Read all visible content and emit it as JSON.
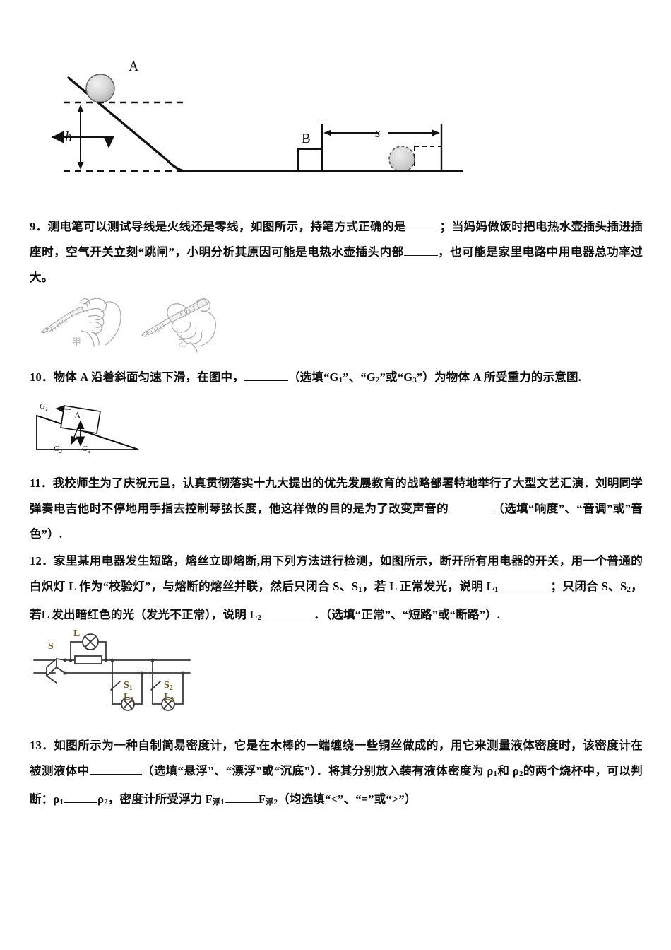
{
  "document": {
    "type": "physics-exam-paper",
    "language": "zh-CN"
  },
  "figure_ramp": {
    "name": "ramp-ball-block-figure",
    "labels": {
      "ball": "A",
      "block": "B",
      "height": "h",
      "distance": "s"
    }
  },
  "questions": [
    {
      "number": "9.",
      "lines": [
        "9. 测电笔可以测试导线是火线还是零线，如图所示，持笔方式正确的是",
        "；当妈妈做饭时把电热水壶插头插进插座时，空气开关立刻“跳闸”，小明分析其原因可能是电热水壶插头内部",
        "，也可能是家里电路中用电器总功率过大。"
      ],
      "full_text": "9. 测电笔可以测试导线是火线还是零线，如图所示，持笔方式正确的是_____；当妈妈做饭时把电热水壶插头插进插座时，空气开关立刻“跳闸”，小明分析其原因可能是电热水壶插头内部_____，也可能是家里电路中用电器总功率过大。"
    },
    {
      "number": "10.",
      "full_text": "10．物体 A 沿着斜面匀速下滑，在图中，_____（选填“G₁”、“G₂”或“G₃”）为物体 A 所受重力的示意图."
    },
    {
      "number": "11.",
      "full_text": "11．我校师生为了庆祝元旦，认真贯彻落实十九大提出的优先发展教育的战略部署特地举行了大型文艺汇演．刘明同学弹奏电吉他时不停地用手指去控制琴弦长度，他这样做的目的是为了改变声音的_____（选填“响度”、“音调”或”音色”）."
    },
    {
      "number": "12.",
      "full_text": "12．家里某用电器发生短路，熔丝立即熔断,用下列方法进行检测，如图所示，断开所有用电器的开关，用一个普通的白炽灯 L 作为“校验灯”，与熔断的熔丝并联，然后只闭合 S、S₁，若 L 正常发光，说明 L₁________；只闭合 S、S₂，若 L 发出暗红色的光（发光不正常），说明 L₂__________．（选填“正常”、“短路”或“断路”）."
    },
    {
      "number": "13.",
      "full_text": "13．如图所示为一种自制简易密度计，它是在木棒的一端缠绕一些铜丝做成的，用它来测量液体密度时，该密度计在被测液体中_______（选填“悬浮”、“漂浮”或“沉底”）．将其分别放入装有液体密度为 ρ₁ 和 ρ₂ 的两个烧杯中，可以判断：ρ₁_____ρ₂，密度计所受浮力 F浮1_____F浮2（均选填“<”、“=”或“>”）"
    }
  ],
  "q9": {
    "seg1": "9．测电笔可以测试导线是火线还是零线，如图所示，持笔方式正确的是",
    "seg2": "；当妈妈做饭时把电热水壶插头插进插",
    "seg3": "座时，空气开关立刻“跳闸”，小明分析其原因可能是电热水壶插头内部",
    "seg4": "，也可能是家里电路中用电器总功率",
    "seg5": "过大。"
  },
  "q10": {
    "seg1": "10．物体 A 沿着斜面匀速下滑，在图中，",
    "seg2": "（选填“G",
    "sub1": "1",
    "seg3": "”、“G",
    "sub2": "2",
    "seg4": "”或“G",
    "sub3": "3",
    "seg5": "”）为物体 A 所受重力的示意图."
  },
  "q11": {
    "seg1": "11．我校师生为了庆祝元旦，认真贯彻落实十九大提出的优先发展教育的战略部署特地举行了大型文艺汇演．刘明同",
    "seg2": "学弹奏电吉他时不停地用手指去控制琴弦长度，他这样做的目的是为了改变声音的",
    "seg3": "（选填“响度”、“音调”",
    "seg4": "或”音色”）."
  },
  "q12": {
    "seg1": "12．家里某用电器发生短路，熔丝立即熔断,用下列方法进行检测，如图所示，断开所有用电器的开关，用一个普通的",
    "seg2": "白炽灯 L 作为“校验灯”，与熔断的熔丝并联，然后只闭合 S、S",
    "sub1": "1",
    "seg3": "，若 L 正常发光，说明 L",
    "sub2": "1",
    "seg4": "；只闭合 S、S",
    "sub3": "2",
    "seg5": "，若",
    "seg6": "L 发出暗红色的光（发光不正常），说明 L",
    "sub4": "2",
    "seg7": "．（选填“正常”、“短路”或“断路”）."
  },
  "q13": {
    "seg1": "13．如图所示为一种自制简易密度计，它是在木棒的一端缠绕一些铜丝做成的，用它来测量液体密度时，该密度计在",
    "seg2": "被测液体中",
    "seg3": "（选填“悬浮”、“漂浮”或“沉底”）．将其分别放入装有液体密度为 ρ",
    "sub1": "1",
    "seg4": "和 ρ",
    "sub2": "2",
    "seg5": "的两个烧杯中，",
    "seg6": "可以判断：ρ",
    "sub3": "1",
    "seg7": "ρ",
    "sub4": "2",
    "seg8": "，密度计所受浮力 F",
    "sub5": "浮1",
    "seg9": "F",
    "sub6": "浮2",
    "seg10": "（均选填“<”、“=”或“>”）"
  },
  "figure_testpen": {
    "name": "test-pen-hands-figure",
    "label_left": "甲",
    "label_right": "乙"
  },
  "figure_incline": {
    "name": "incline-gravity-vectors-figure",
    "block": "A",
    "v1": "G",
    "v1sub": "1",
    "v2": "G",
    "v2sub": "2",
    "v3": "G",
    "v3sub": "3"
  },
  "figure_circuit": {
    "name": "fuse-test-circuit-figure",
    "switch_main": "S",
    "lamp_main": "L",
    "switch1": "S",
    "switch1sub": "1",
    "switch2": "S",
    "switch2sub": "2",
    "lamp1": "L",
    "lamp1sub": "1",
    "lamp2": "L",
    "lamp2sub": "2"
  },
  "colors": {
    "ink": "#111111",
    "sketch_gray": "#b9b9b9",
    "label_gold": "#c8a84b",
    "ball_fill": "#d8d8d8"
  }
}
